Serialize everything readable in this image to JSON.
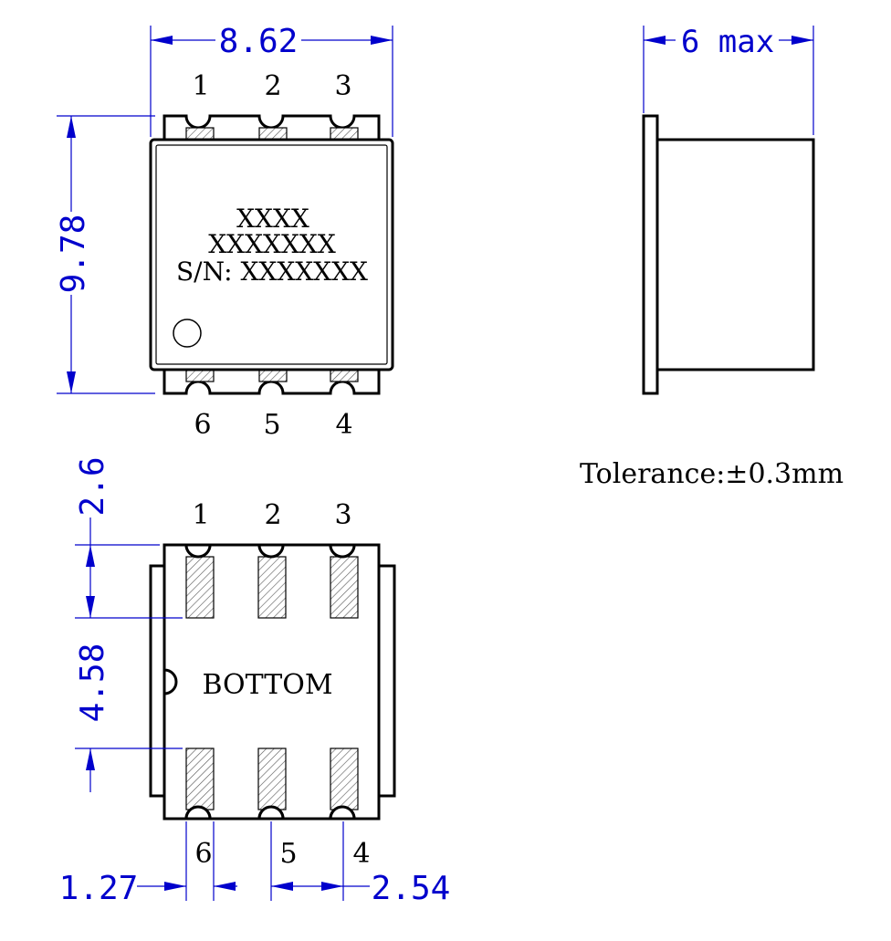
{
  "top_view": {
    "marking_line1": "XXXX",
    "marking_line2": "XXXXXXX",
    "marking_line3": "S/N: XXXXXXX",
    "pins_top": [
      "1",
      "2",
      "3"
    ],
    "pins_bottom": [
      "6",
      "5",
      "4"
    ]
  },
  "bottom_view": {
    "label": "BOTTOM",
    "pins_top": [
      "1",
      "2",
      "3"
    ],
    "pins_bottom": [
      "6",
      "5",
      "4"
    ]
  },
  "dimensions": {
    "width": "8.62",
    "height": "9.78",
    "side_thickness": "6 max",
    "pad_offset": "2.6",
    "pad_gap": "4.58",
    "pin_pitch_half": "1.27",
    "pin_pitch": "2.54"
  },
  "notes": {
    "tolerance": "Tolerance:±0.3mm"
  },
  "colors": {
    "dimension": "#0000cc",
    "outline": "#000000"
  }
}
